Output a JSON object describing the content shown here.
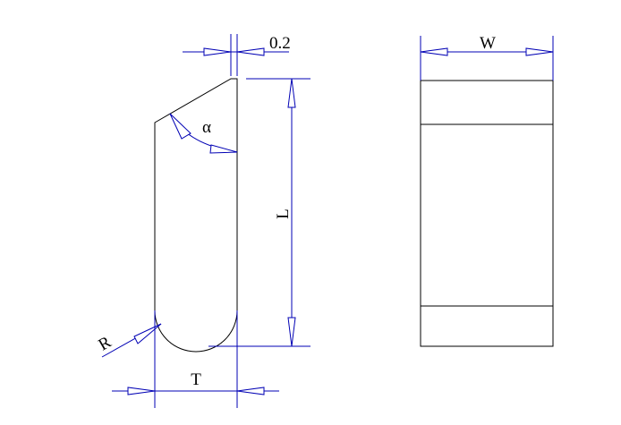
{
  "labels": {
    "offset": "0.2",
    "width": "W",
    "angle": "α",
    "length": "L",
    "radius": "R",
    "thickness": "T"
  },
  "colors": {
    "part_outline": "#000000",
    "dimension_lines": "#0000b4",
    "background": "#ffffff"
  }
}
